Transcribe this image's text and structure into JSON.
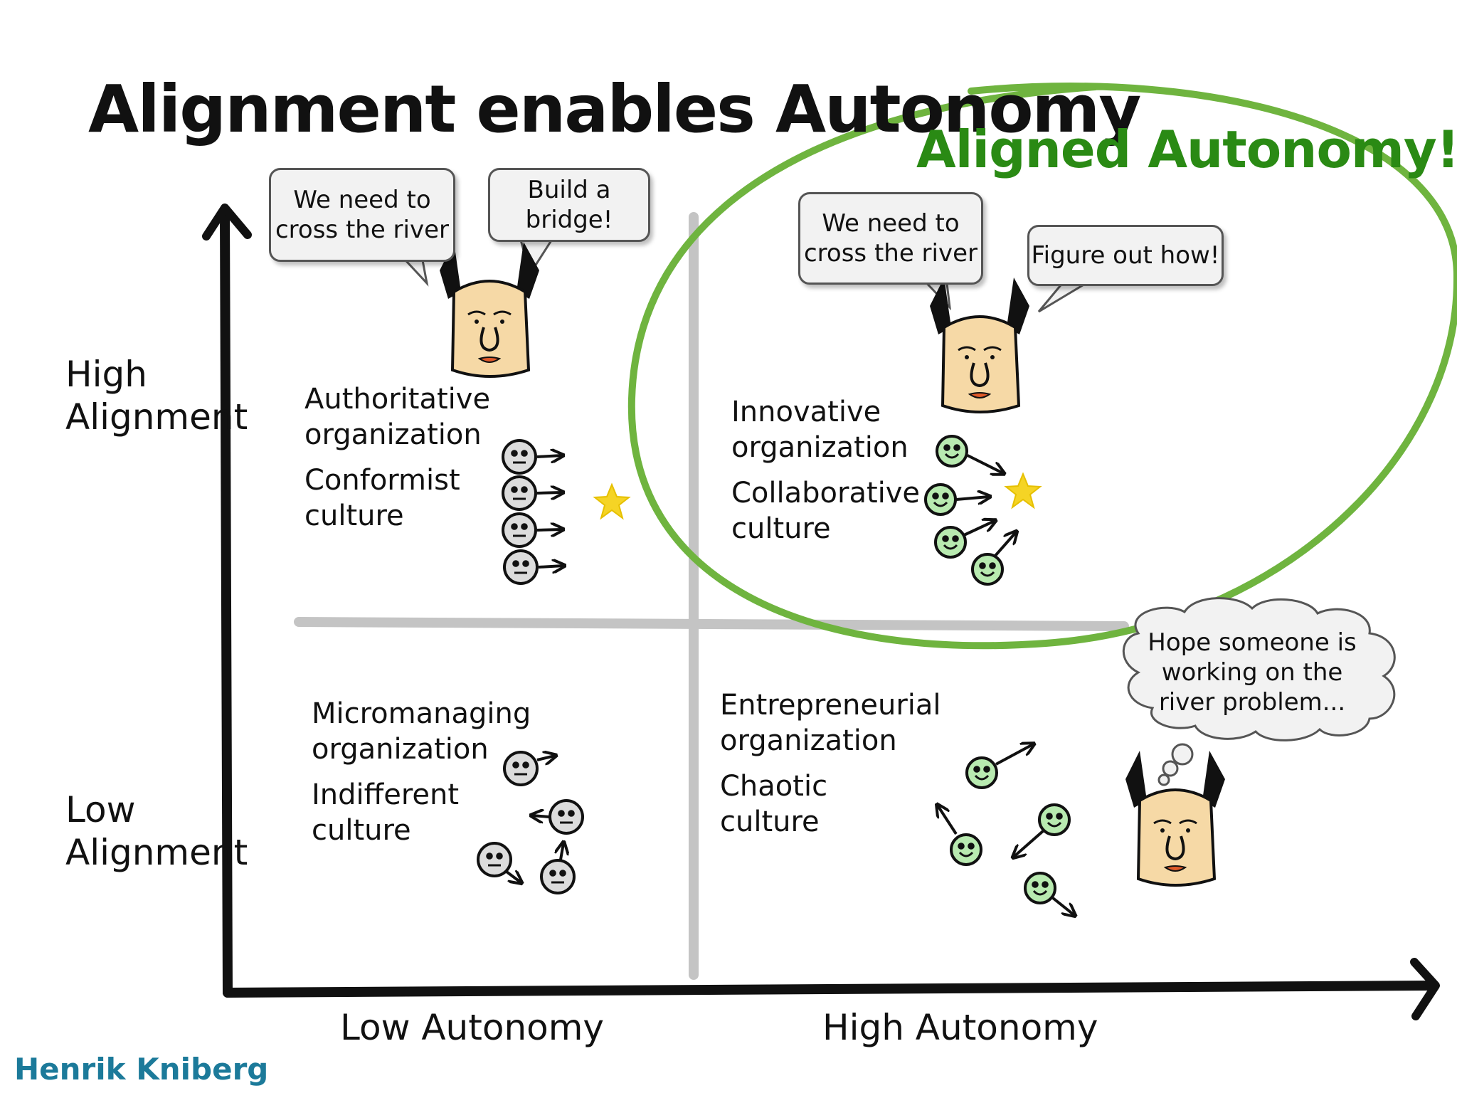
{
  "title": "Alignment enables Autonomy",
  "highlight_label": "Aligned Autonomy!",
  "author": "Henrik Kniberg",
  "axes": {
    "y_high": [
      "High",
      "Alignment"
    ],
    "y_low": [
      "Low",
      "Alignment"
    ],
    "x_low": "Low Autonomy",
    "x_high": "High Autonomy"
  },
  "quadrants": {
    "top_left": {
      "organization": [
        "Authoritative",
        "organization"
      ],
      "culture": [
        "Conformist",
        "culture"
      ]
    },
    "top_right": {
      "organization": [
        "Innovative",
        "organization"
      ],
      "culture": [
        "Collaborative",
        "culture"
      ]
    },
    "bottom_left": {
      "organization": [
        "Micromanaging",
        "organization"
      ],
      "culture": [
        "Indifferent",
        "culture"
      ]
    },
    "bottom_right": {
      "organization": [
        "Entrepreneurial",
        "organization"
      ],
      "culture": [
        "Chaotic",
        "culture"
      ]
    }
  },
  "speech": {
    "tl_need": [
      "We need to",
      "cross the river"
    ],
    "tl_order": [
      "Build a",
      "bridge!"
    ],
    "tr_need": [
      "We need to",
      "cross the river"
    ],
    "tr_order": [
      "Figure out how!"
    ],
    "br_thought": [
      "Hope someone is",
      "working on the",
      "river problem..."
    ]
  },
  "colors": {
    "aligned_green": "#6fb43f",
    "title_green": "#2a8a14",
    "happy_face": "#b8eab0",
    "neutral_face": "#dcdcdc",
    "manager_face": "#f6d9a6",
    "star": "#f5d425",
    "author_blue": "#1c7a9a"
  }
}
